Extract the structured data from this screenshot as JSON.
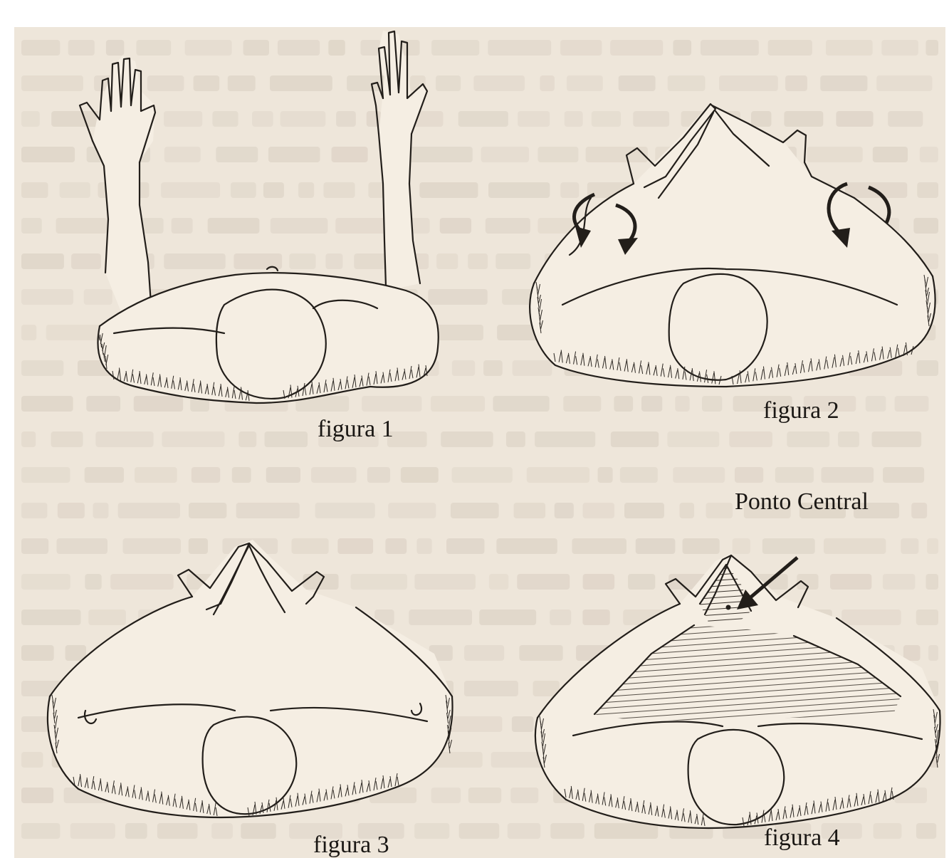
{
  "paper_color": "#eee6da",
  "ink_color": "#221e1a",
  "captions": {
    "figura1": "figura 1",
    "figura2": "figura 2",
    "figura3": "figura 3",
    "figura4": "figura 4"
  },
  "annotation": {
    "ponto_central": "Ponto Central"
  }
}
